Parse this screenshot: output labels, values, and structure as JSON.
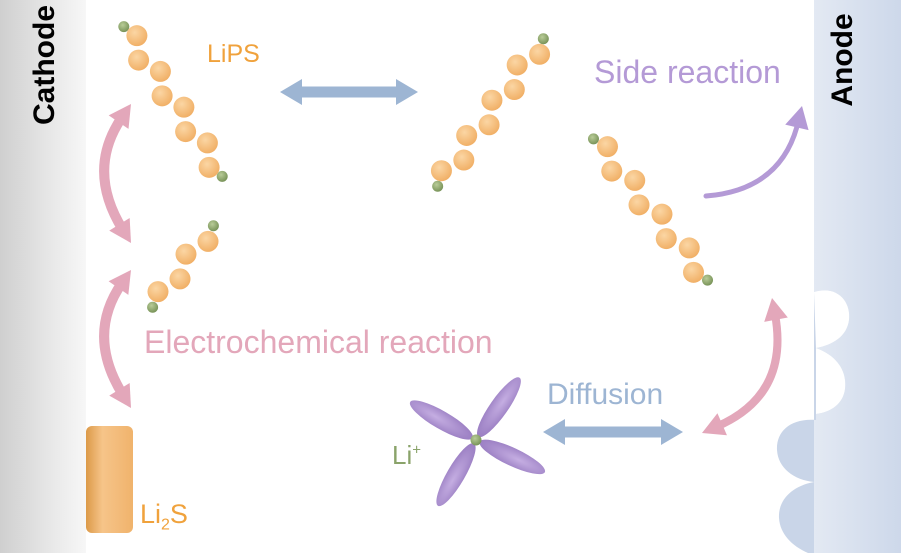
{
  "labels": {
    "cathode": "Cathode",
    "anode": "Anode",
    "lips": "LiPS",
    "side_reaction": "Side reaction",
    "electrochemical_reaction": "Electrochemical reaction",
    "diffusion": "Diffusion",
    "li_ion": "Li",
    "li_ion_charge": "+",
    "li2s_prefix": "Li",
    "li2s_subscript": "2",
    "li2s_suffix": "S"
  },
  "colors": {
    "lips_text": "#f0a23c",
    "sulfur_bead": "#f5b974",
    "lithium_bead": "#8aa36a",
    "side_reaction": "#b49ad6",
    "electrochemical": "#e3a7ba",
    "diffusion": "#9db5d3",
    "li_ion_text": "#8aa36a",
    "li2s_text": "#f0a23c",
    "li2s_block": "#f0b86a",
    "anode_plating": "#c9d5e8",
    "li_ion_petals": "#a98bcb"
  }
}
